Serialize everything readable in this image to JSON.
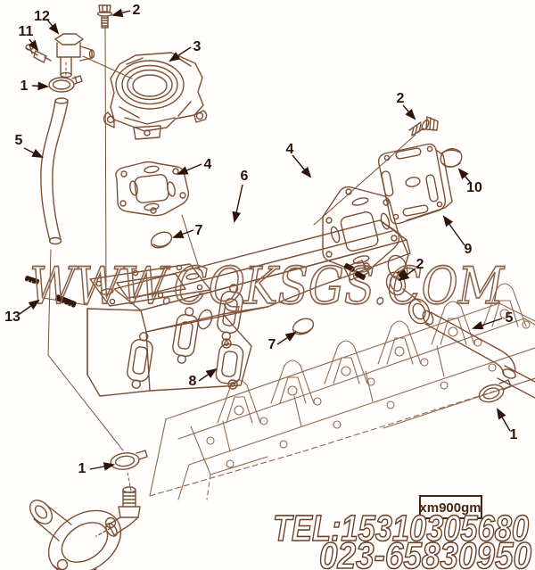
{
  "watermark": "WWW.CQKSGS.COM",
  "stamp_label": "xm900gm",
  "contact": {
    "line1": "TEL:15310305680",
    "line2": "023-65830950"
  },
  "callouts": [
    {
      "n": "12"
    },
    {
      "n": "2"
    },
    {
      "n": "11"
    },
    {
      "n": "3"
    },
    {
      "n": "1"
    },
    {
      "n": "2"
    },
    {
      "n": "5"
    },
    {
      "n": "4"
    },
    {
      "n": "6"
    },
    {
      "n": "4"
    },
    {
      "n": "10"
    },
    {
      "n": "7"
    },
    {
      "n": "9"
    },
    {
      "n": "2"
    },
    {
      "n": "13"
    },
    {
      "n": "5"
    },
    {
      "n": "7"
    },
    {
      "n": "8"
    },
    {
      "n": "1"
    },
    {
      "n": "1"
    }
  ],
  "colors": {
    "line": "#7d4e32",
    "ghost": "#92684b",
    "dark": "#33180a",
    "watermark_outline": "#8a6148",
    "background": "#fffefd"
  }
}
